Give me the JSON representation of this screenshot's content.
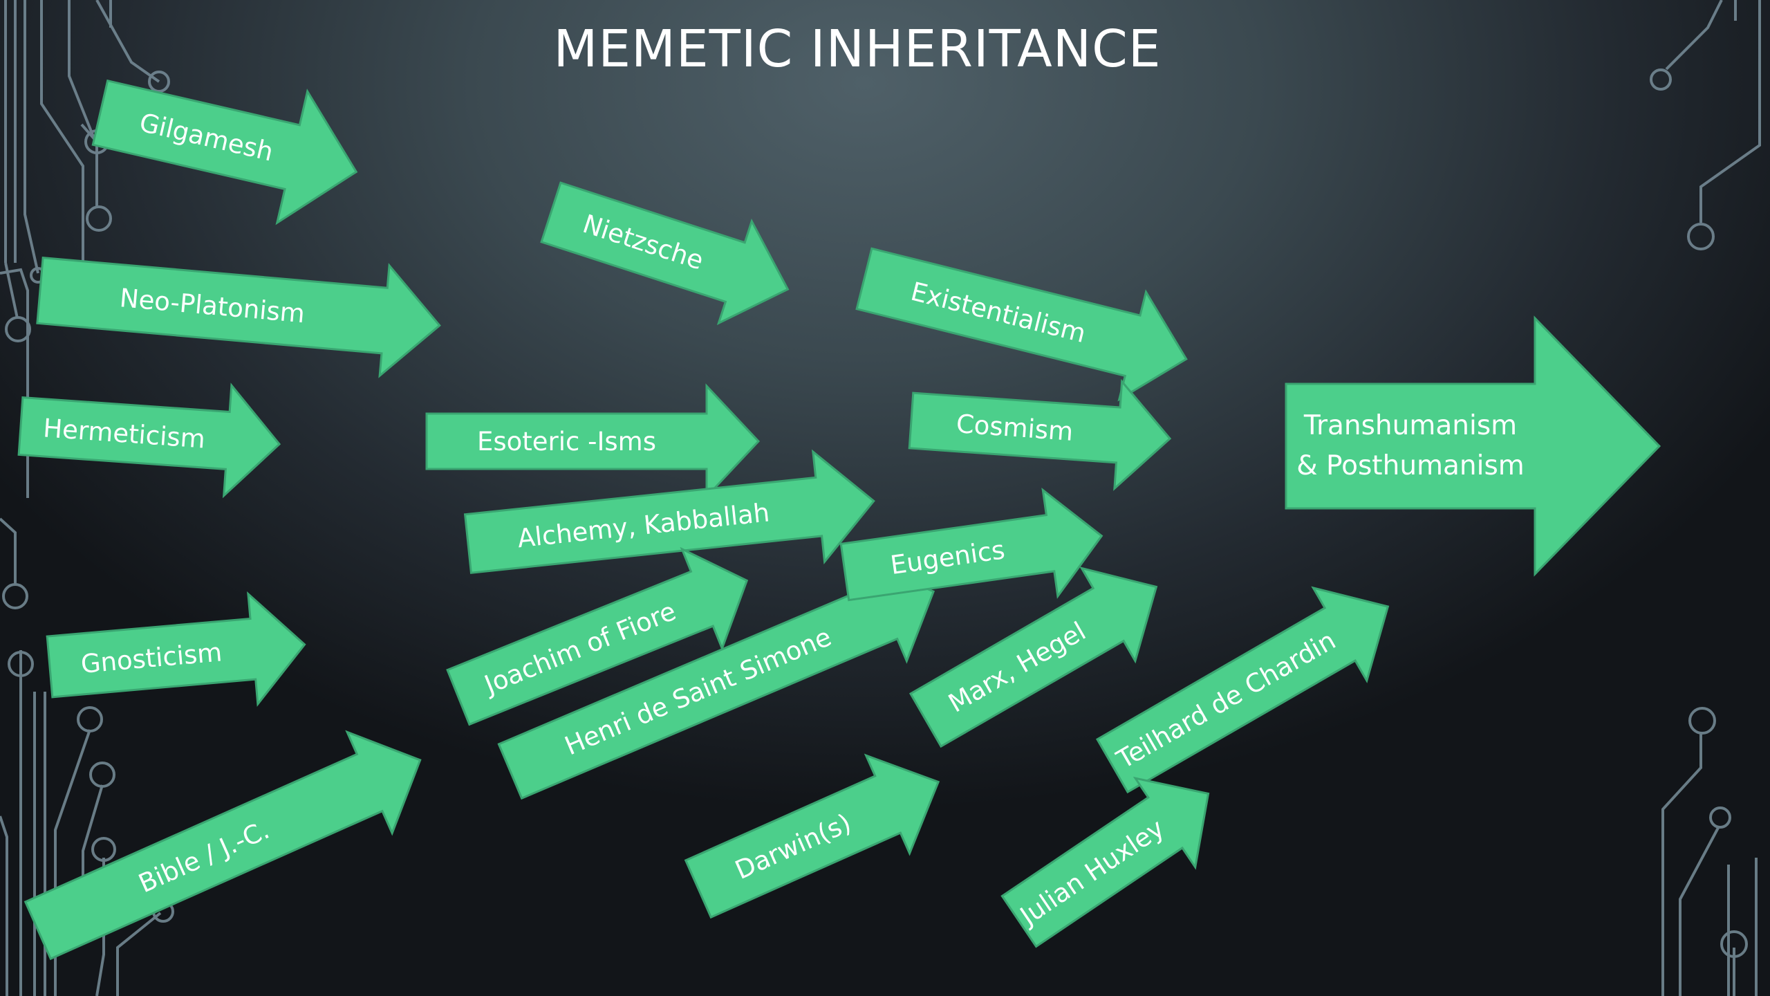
{
  "title": "MEMETIC INHERITANCE",
  "colors": {
    "arrow_fill": "#4ccf8b",
    "arrow_stroke": "#3aa571",
    "circuit_line": "#788e9a",
    "text": "#ffffff"
  },
  "arrows": {
    "gilgamesh": "Gilgamesh",
    "neo_platonism": "Neo-Platonism",
    "hermeticism": "Hermeticism",
    "gnosticism": "Gnosticism",
    "bible": "Bible / J.-C.",
    "nietzsche": "Nietzsche",
    "esoteric_isms": "Esoteric -Isms",
    "alchemy_kabbalah": "Alchemy, Kabballah",
    "joachim": "Joachim of Fiore",
    "saint_simone": "Henri de Saint Simone",
    "darwins": "Darwin(s)",
    "existentialism": "Existentialism",
    "cosmism": "Cosmism",
    "eugenics": "Eugenics",
    "marx_hegel": "Marx, Hegel",
    "teilhard": "Teilhard de Chardin",
    "julian_huxley": "Julian Huxley",
    "transhumanism_line1": "Transhumanism",
    "transhumanism_line2": "& Posthumanism"
  },
  "diagram": {
    "type": "flow",
    "target": "Transhumanism & Posthumanism",
    "sources": [
      "Gilgamesh",
      "Neo-Platonism",
      "Hermeticism",
      "Gnosticism",
      "Bible / J.-C.",
      "Nietzsche",
      "Esoteric -Isms",
      "Alchemy, Kabballah",
      "Joachim of Fiore",
      "Henri de Saint Simone",
      "Darwin(s)",
      "Existentialism",
      "Cosmism",
      "Eugenics",
      "Marx, Hegel",
      "Teilhard de Chardin",
      "Julian Huxley"
    ]
  }
}
